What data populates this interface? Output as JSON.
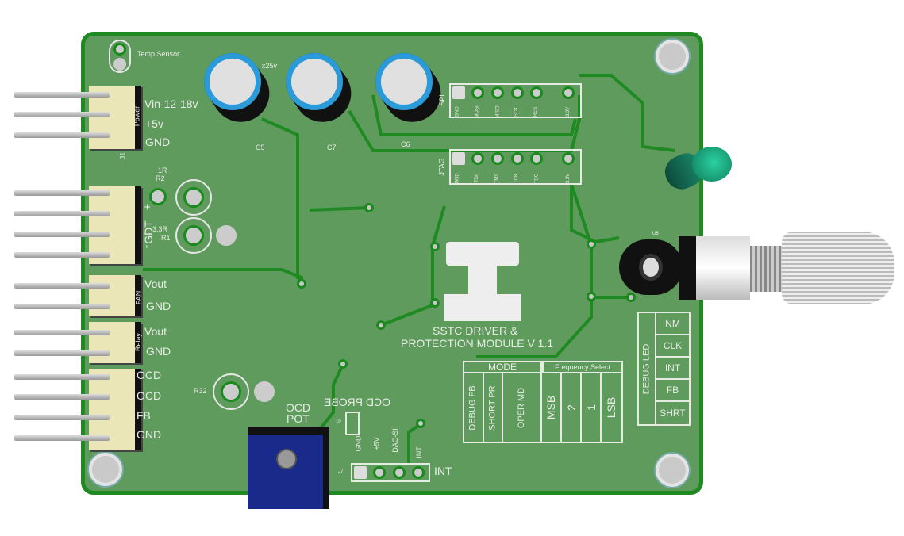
{
  "board": {
    "temp_sensor": "Temp Sensor",
    "power": {
      "ref": "J1",
      "name": "Power",
      "pins": [
        "Vin-12-18v",
        "+5v",
        "GND"
      ]
    },
    "gdt": {
      "name": "GDT",
      "plus": "+",
      "minus": "-"
    },
    "r2": {
      "value": "1R",
      "ref": "R2"
    },
    "r1": {
      "value": "3.3R",
      "ref": "R1"
    },
    "fan": {
      "name": "FAN",
      "pins": [
        "Vout",
        "GND"
      ]
    },
    "relay": {
      "name": "Relay",
      "pins": [
        "Vout",
        "GND"
      ]
    },
    "j5": {
      "pins": [
        "OCD",
        "OCD",
        "FB",
        "GND"
      ]
    },
    "r32": "R32",
    "caps": [
      "C5",
      "C7",
      "C6"
    ],
    "cap_rating": "x25v",
    "spi": {
      "name": "SPI",
      "pins": [
        "GND",
        "MOSI",
        "MISO",
        "SCK",
        "RES",
        "3.3V"
      ]
    },
    "jtag": {
      "name": "JTAG",
      "pins": [
        "GND",
        "TDI",
        "TMS",
        "TCK",
        "TDO",
        "3.3V"
      ]
    },
    "u6": "U6",
    "title_line1": "SSTC DRIVER &",
    "title_line2": "PROTECTION MODULE V 1.1",
    "ocd_pot": [
      "OCD",
      "POT"
    ],
    "ocd_probe": "OCD PROBE",
    "probe_ref": "10",
    "j7": {
      "ref": "J7",
      "pins": [
        "GND",
        "+5V",
        "DAC-SI",
        "INT"
      ],
      "label": "INT"
    },
    "mode": {
      "title": "MODE",
      "cols": [
        "DEBUG FB",
        "SHORT PR",
        "OPER MD"
      ]
    },
    "freq": {
      "title": "Frequency Select",
      "cols": [
        "MSB",
        "2",
        "1",
        "LSB"
      ]
    },
    "debug_led": {
      "title": "DEBUG LED",
      "rows": [
        "NM",
        "CLK",
        "INT",
        "FB",
        "SHRT"
      ]
    }
  },
  "colors": {
    "pcb": "#5f9b5d",
    "trace": "#1f8a22",
    "silk": "#e9ece6",
    "cap": "#2b9ad8",
    "pot": "#1a2a8a",
    "led": "#1a9a7a"
  }
}
